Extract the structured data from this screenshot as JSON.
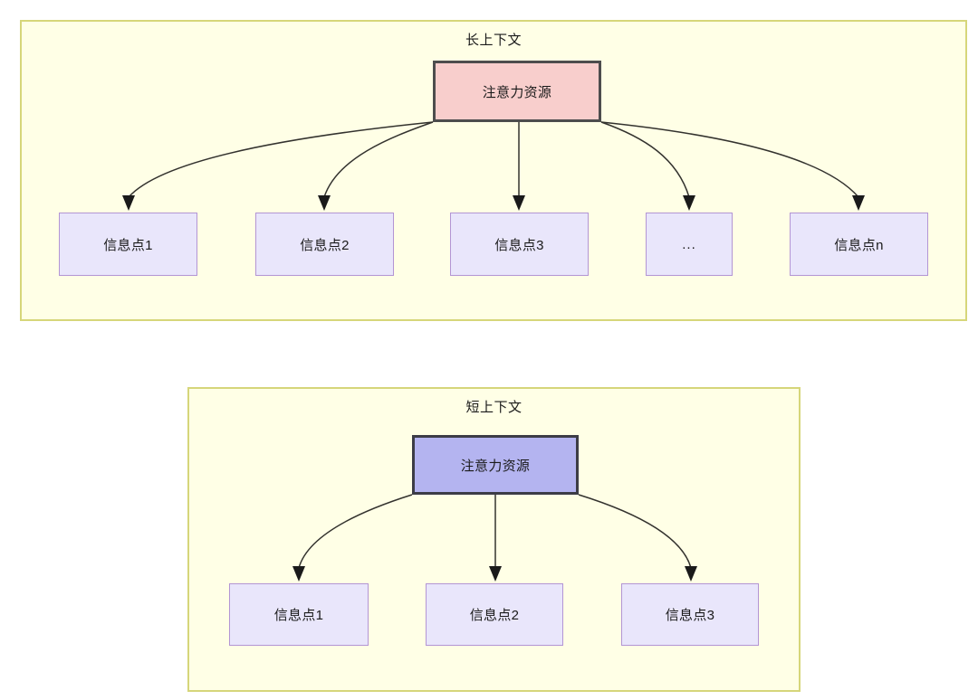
{
  "diagram": {
    "title_long": "长上下文",
    "title_short": "短上下文",
    "root_label": "注意力资源",
    "colors": {
      "container_fill": "#ffffe6",
      "container_border": "#d6d67a",
      "root_long_fill": "#f8cecc",
      "root_long_border": "#4d4d4d",
      "root_short_fill": "#b4b4f0",
      "root_short_border": "#3c3c46",
      "leaf_fill": "#e9e6fb",
      "leaf_border": "#b395d4",
      "edge_stroke": "#33322e",
      "text": "#1a1a1a"
    }
  },
  "long_context": {
    "title": "长上下文",
    "root": {
      "label": "注意力资源"
    },
    "leaves": [
      {
        "label": "信息点1"
      },
      {
        "label": "信息点2"
      },
      {
        "label": "信息点3"
      },
      {
        "label": "..."
      },
      {
        "label": "信息点n"
      }
    ]
  },
  "short_context": {
    "title": "短上下文",
    "root": {
      "label": "注意力资源"
    },
    "leaves": [
      {
        "label": "信息点1"
      },
      {
        "label": "信息点2"
      },
      {
        "label": "信息点3"
      }
    ]
  }
}
